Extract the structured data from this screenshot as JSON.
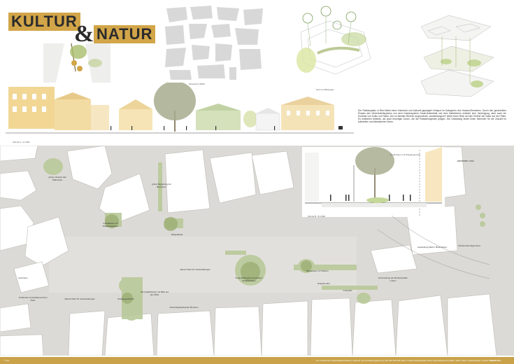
{
  "title": {
    "word1": "KULTUR",
    "ampersand": "&",
    "word2": "NATUR"
  },
  "captions": {
    "schwarzplan": "Übersicht 1:5000",
    "diagram": "Grün und Bewegen",
    "section_long": "Schnitt A - A    1:500",
    "section_short": "Schnitt B - B    1:500",
    "section_detail": "Lindenbaum mit Sitzgelegenheit",
    "entwurf": "ENTWURF  1:500"
  },
  "paragraph": "Der Rathausplatz in Ried bildet einen historisch und kulturell geprägten Hotspot im Kategorien des Hauses/Gemeines. Durch den geschickten Einsatz des Verkehrsleitsystems von dem Kaskensystem Dauer/Aufenthalt und dem Natürlichem entsteht eine Vereinigung, aber auch ein Kontrast von Kultur und Natur. Der im ideellen Bereich angeordnete „Ausstellungsort“ bietet einen Blick auf den Einfluß der Natur auf den Platz. Es entstehen beliebte, als auch beruhigte Zonen, die die Platzatmosphäre prägen. Die Gestaltung bietet einen Mehrwert für die Zukunft im kulturellen und klimatischen Sinne.",
  "plan_labels": [
    "grüner Hotspot des Rathauses",
    "grüne Begleitung der Bewohner",
    "Grünflächen mit Schattenbäumen",
    "Sitzgebäude",
    "offener Platz für Veranstaltungen",
    "Veranstaltungsort mit großem Schattenbaum",
    "Baumkranz mit Tischen",
    "Grünplatz",
    "Ausstellung Markt / Baumreihen",
    "Treffpunkt mit Ausblick auf den Platz",
    "offener Platz für Veranstaltungen",
    "Sitzmöglichkeiten mit Blick auf den Platz",
    "Sitzgelegenheiten",
    "Ankunftsgebietheister Brunnen",
    "Verkehrsberuhigte Zone",
    "Grünraum",
    "Eingebunden",
    "Einmündung der Bundesstraße Linden"
  ],
  "footer": {
    "left": "© AA",
    "center": "UA | Institut für Landschaftsarchitektur | Entwurf und Gestaltungsplanung | SE 263.168 WS 2022 | LeitAR Rathausplatz Ried | Entwurfsplanung 1000 / 1100 | Ideen | Rathausplatz | Kultur & Natur 2023",
    "right": "Plan Nr. 1"
  },
  "colors": {
    "gold": "#d2a548",
    "footer": "#c9a24a",
    "paving": "#dcdad6",
    "building": "#ffffff",
    "green": "#b9c99a"
  }
}
